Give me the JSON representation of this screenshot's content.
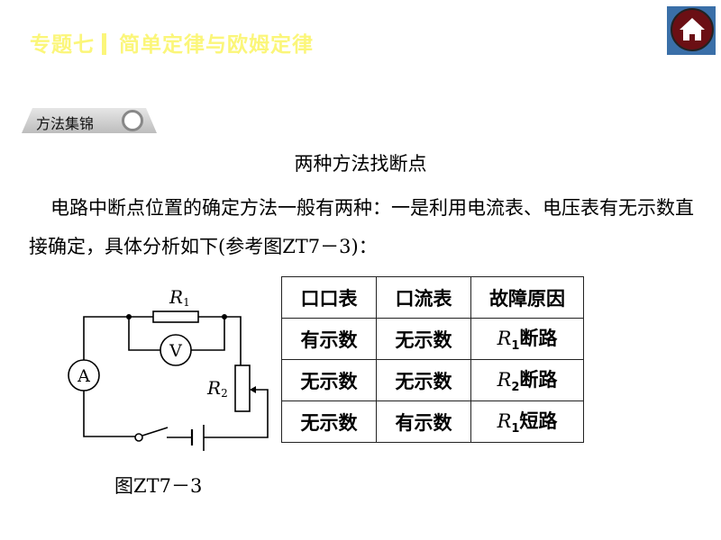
{
  "header": {
    "chapter": "专题七",
    "topic": "简单定律与欧姆定律"
  },
  "section_tag": "方法集锦",
  "title": "两种方法找断点",
  "paragraph": "电路中断点位置的确定方法一般有两种：一是利用电流表、电压表有无示数直接确定，具体分析如下(参考图ZT7－3)：",
  "table": {
    "headers": [
      "口口表",
      "口流表",
      "故障原因"
    ],
    "rows": [
      {
        "a": "有示数",
        "b": "无示数",
        "r": "R",
        "sub": "1",
        "fault": "断路"
      },
      {
        "a": "无示数",
        "b": "无示数",
        "r": "R",
        "sub": "2",
        "fault": "断路"
      },
      {
        "a": "无示数",
        "b": "有示数",
        "r": "R",
        "sub": "1",
        "fault": "短路"
      }
    ]
  },
  "circuit": {
    "r1": "R",
    "r1_sub": "1",
    "r2": "R",
    "r2_sub": "2",
    "voltmeter": "V",
    "ammeter": "A",
    "caption": "图ZT7－3"
  },
  "colors": {
    "header": "#fbf67a",
    "home_button": "#6b0f14"
  }
}
